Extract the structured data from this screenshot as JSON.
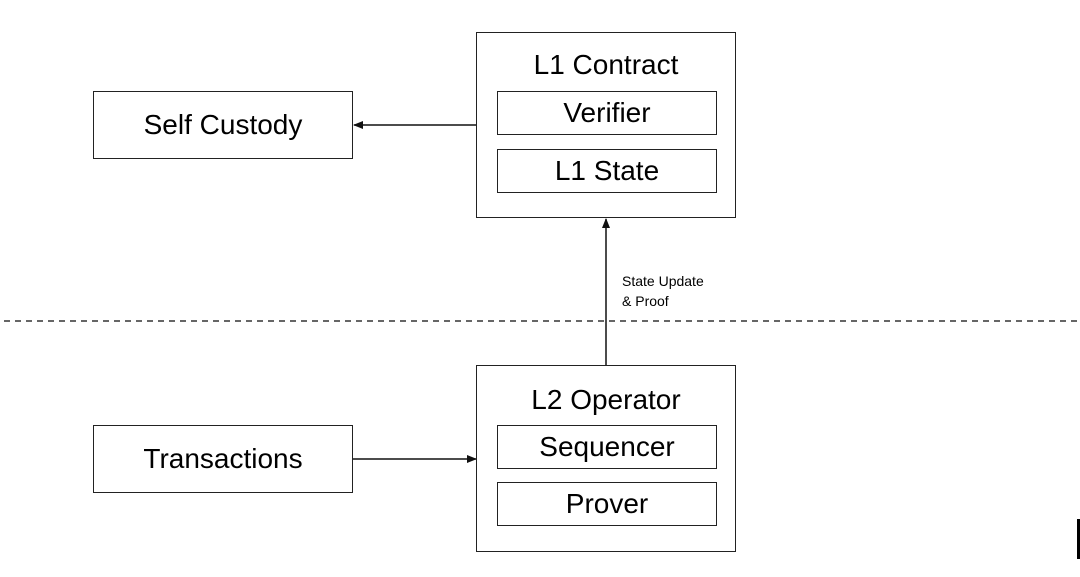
{
  "nodes": {
    "self_custody": "Self Custody",
    "l1_contract": {
      "title": "L1 Contract",
      "verifier": "Verifier",
      "l1_state": "L1 State"
    },
    "transactions": "Transactions",
    "l2_operator": {
      "title": "L2 Operator",
      "sequencer": "Sequencer",
      "prover": "Prover"
    }
  },
  "edges": {
    "state_update_line1": "State Update",
    "state_update_line2": "& Proof"
  },
  "colors": {
    "stroke": "#222222",
    "text": "#000000",
    "background": "#ffffff"
  }
}
